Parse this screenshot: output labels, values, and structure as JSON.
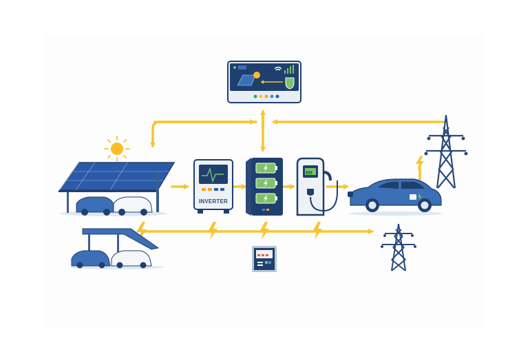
{
  "diagram": {
    "type": "solar-ev-charging-energy-flow",
    "colors": {
      "flow_arrow": "#f7c531",
      "navy": "#1f3f6e",
      "blue": "#3b6fb6",
      "panel_blue": "#2b5aa8",
      "battery_green": "#7cc36a",
      "sun": "#fbbf24",
      "background_panel": "#fdfdfd"
    },
    "nodes": {
      "monitor": {
        "name": "Energy monitoring display",
        "indicator_dots": [
          "#3aa64a",
          "#f7c531",
          "#f5a623",
          "#3f8fe0",
          "#2b5aa8"
        ]
      },
      "solar_carport": {
        "name": "Solar carport with parked cars"
      },
      "sun": {
        "name": "Sun"
      },
      "inverter": {
        "label": "INVERTER"
      },
      "battery": {
        "name": "Battery storage",
        "cells": 3
      },
      "charger": {
        "name": "EV charging station",
        "display": "▮▮▮"
      },
      "ev": {
        "name": "Electric vehicle"
      },
      "grid_tower_top": {
        "name": "Power grid tower"
      },
      "carport_lower": {
        "name": "Second solar carport"
      },
      "breaker_panel": {
        "name": "Electrical distribution panel"
      },
      "grid_tower_bottom": {
        "name": "Power grid tower (lower)"
      }
    },
    "flows": [
      {
        "from": "solar_carport",
        "to": "inverter"
      },
      {
        "from": "inverter",
        "to": "battery"
      },
      {
        "from": "battery",
        "to": "charger"
      },
      {
        "from": "charger",
        "to": "ev"
      },
      {
        "from": "monitor",
        "to": "battery",
        "bidirectional": true
      },
      {
        "from": "monitor",
        "to": "solar_carport"
      },
      {
        "from": "grid_tower_top",
        "to": "monitor"
      },
      {
        "from": "ev",
        "to": "grid_tower_top",
        "note": "lightning"
      },
      {
        "from": "carport_lower",
        "to": "grid_tower_bottom",
        "note": "lightning line"
      }
    ]
  }
}
